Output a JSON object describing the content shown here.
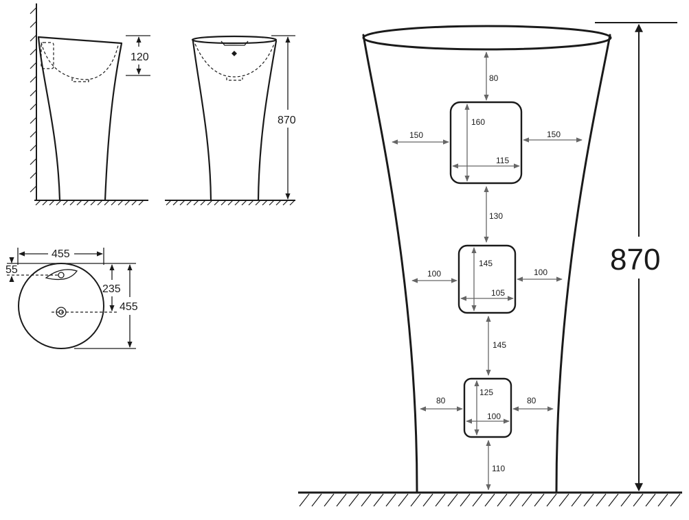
{
  "side_view": {
    "dim_bowl_depth": "120"
  },
  "front_view": {
    "dim_height": "870"
  },
  "top_view": {
    "dim_width": "455",
    "dim_depth": "455",
    "dim_overflow_offset": "55",
    "dim_drain_offset": "235"
  },
  "detail_view": {
    "dim_total_height": "870",
    "dim_top_gap": "80",
    "window_1": {
      "height": "160",
      "width": "115",
      "side_left": "150",
      "side_right": "150"
    },
    "gap_1_2": "130",
    "window_2": {
      "height": "145",
      "width": "105",
      "side_left": "100",
      "side_right": "100"
    },
    "gap_2_3": "145",
    "window_3": {
      "height": "125",
      "width": "100",
      "side_left": "80",
      "side_right": "80"
    },
    "dim_bottom_gap": "110"
  }
}
